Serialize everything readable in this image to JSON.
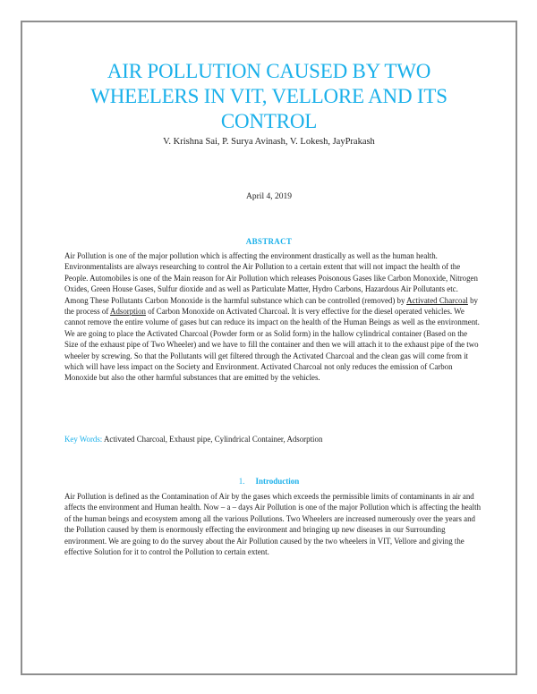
{
  "document": {
    "title_lines": [
      "AIR POLLUTION CAUSED BY TWO",
      "WHEELERS IN VIT, VELLORE AND ITS",
      "CONTROL"
    ],
    "authors": "V. Krishna Sai, P. Surya Avinash, V. Lokesh, JayPrakash",
    "date": "April 4, 2019",
    "abstract": {
      "heading": "ABSTRACT",
      "text_before_link1": "Air Pollution is one of the major pollution which is affecting the environment drastically as well as the human health. Environmentalists are always researching to control the Air Pollution to a certain extent that will not impact the health of the People. Automobiles is one of the Main reason for Air Pollution which releases Poisonous Gases like Carbon Monoxide, Nitrogen Oxides, Green House Gases, Sulfur dioxide and as well as Particulate Matter, Hydro Carbons, Hazardous Air Pollutants etc. Among These Pollutants Carbon Monoxide is the harmful substance which can be controlled (removed) by ",
      "link1": "Activated Charcoal",
      "text_between_links": " by the process of ",
      "link2": "Adsorption",
      "text_after_link2": " of Carbon Monoxide on Activated Charcoal. It is very effective for the diesel operated vehicles. We cannot remove the entire volume of gases but can reduce its impact on the health of the Human Beings as well as the environment. We are going to place the Activated Charcoal (Powder form or as Solid form) in the hallow cylindrical container (Based on the Size of the exhaust pipe of Two Wheeler) and we have to fill the container and then we will attach it to the exhaust pipe of the two wheeler by screwing. So that the Pollutants will get filtered through the Activated Charcoal and the clean gas will come from it which will have less impact on the Society and Environment. Activated Charcoal not only reduces the emission of Carbon Monoxide but also the other harmful substances that are emitted by the vehicles."
    },
    "keywords": {
      "label": "Key Words:",
      "value": " Activated Charcoal, Exhaust pipe, Cylindrical Container, Adsorption"
    },
    "introduction": {
      "number": "1.",
      "heading": "Introduction",
      "text": "Air Pollution is defined as the Contamination of Air by the gases which exceeds the permissible limits of contaminants in air and affects the environment and Human health. Now – a – days Air Pollution is one of the major Pollution which is affecting the health of the human beings and ecosystem among all the various Pollutions. Two Wheelers are increased numerously over the years and the Pollution caused by them is enormously effecting the environment and bringing up new diseases in our Surrounding environment. We are going to do the survey about the Air Pollution caused by the two wheelers in VIT, Vellore and giving the effective Solution for it to control the Pollution to certain extent."
    },
    "colors": {
      "heading_accent": "#1ab0ea",
      "body_text": "#222222",
      "page_border": "#8e8e8e"
    }
  }
}
